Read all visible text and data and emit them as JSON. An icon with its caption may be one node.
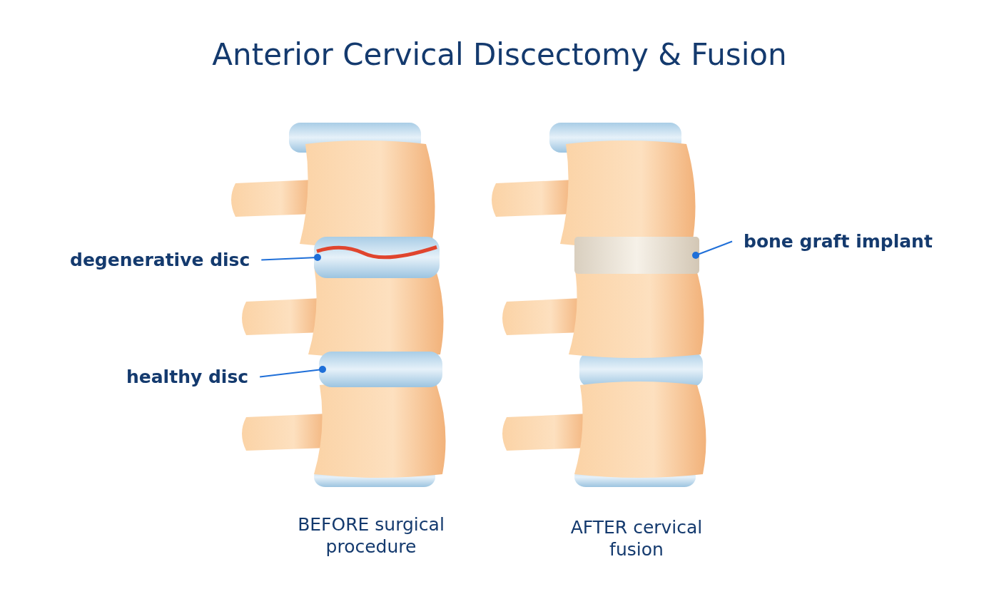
{
  "diagram": {
    "title": "Anterior Cervical Discectomy & Fusion",
    "nodes": [
      {
        "text": [
          "degenerative disc"
        ]
      },
      {
        "text": [],
        "shape": "picture"
      },
      {
        "text": [
          "healthy disc"
        ]
      },
      {
        "text": [],
        "shape": "picture"
      },
      {
        "text": [
          "bone graft implant"
        ]
      },
      {
        "text": [],
        "shape": "picture"
      }
    ],
    "edges": [
      {
        "from": 0,
        "to": 1,
        "arrow": "other"
      },
      {
        "from": 2,
        "to": 3,
        "arrow": "other"
      },
      {
        "from": 4,
        "to": 5,
        "arrow": "other"
      }
    ],
    "labels": [
      "BEFORE surgical procedure",
      "AFTER cervical fusion"
    ]
  }
}
